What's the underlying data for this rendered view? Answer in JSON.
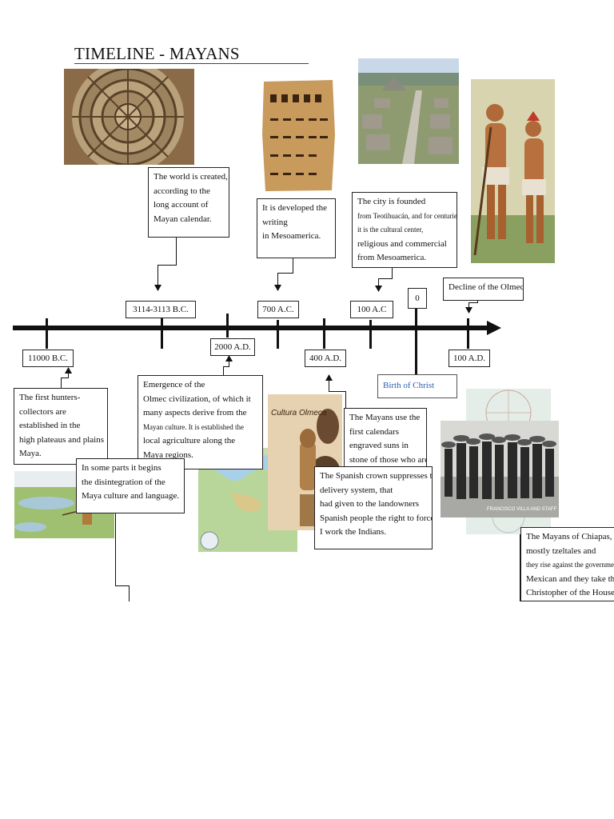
{
  "page": {
    "title": "TIMELINE - MAYANS"
  },
  "dates": {
    "d3114": "3114-3113 B.C.",
    "d700": "700 A.C.",
    "d100c": "100 A.C",
    "d0": "0",
    "d11000": "11000 B.C.",
    "d2000": "2000 A.D.",
    "d400": "400 A.D.",
    "d100ad": "100 A.D."
  },
  "events": {
    "world": [
      "The world is created,",
      "according to the",
      "long account of",
      "Mayan calendar."
    ],
    "writing": [
      "It is developed the",
      "writing",
      "in Mesoamerica."
    ],
    "city": [
      "The city is founded",
      "from Teotihuacán, and for centuries",
      "it is the cultural center,",
      "religious and commercial",
      "from Mesoamerica."
    ],
    "olmecs_decline": "Decline of the Olmecs.",
    "birth_christ": "Birth of Christ",
    "hunters": [
      "The first hunters-",
      "collectors are",
      "established in the",
      "high plateaus and plains",
      "Maya."
    ],
    "olmec": [
      "Emergence of the",
      "Olmec civilization, of which it",
      "many aspects derive from the",
      "Mayan culture. It is established the",
      "local agriculture along the",
      "Maya regions."
    ],
    "disintegration": [
      "In some parts it begins",
      "the disintegration of the",
      "Maya culture and language."
    ],
    "calendars": [
      "The Mayans use the",
      "first calendars",
      "engraved suns in",
      "stone of those who are"
    ],
    "spanish": [
      "The Spanish crown suppresses the",
      "delivery system, that",
      "had given to the landowners",
      "Spanish people the right to force",
      "I work the Indians."
    ],
    "chiapas": [
      "The Mayans of Chiapas,",
      "mostly tzeltales and",
      "they rise against the government",
      "Mexican and they take the ci",
      "Christopher of the Houses."
    ]
  },
  "images": {
    "olmeca_caption": "Cultura Olmeca",
    "villa_caption": "FRANCISCO VILLA AND STAFF"
  },
  "colors": {
    "axis": "#111111",
    "link_blue": "#2a5db0"
  }
}
